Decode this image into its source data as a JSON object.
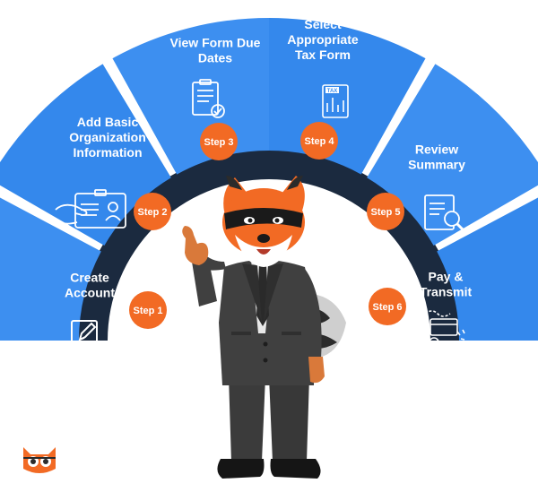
{
  "colors": {
    "segment": "#3d8ff0",
    "segment_alt": "#3488ec",
    "ring": "#1b2a3f",
    "badge": "#f26a24",
    "label": "#ffffff",
    "logo_orange": "#f26a24",
    "logo_dark": "#2b2b2b"
  },
  "steps": [
    {
      "badge": "Step 1",
      "label_lines": [
        "Create",
        "Account"
      ],
      "icon": "pencil-edit-icon"
    },
    {
      "badge": "Step 2",
      "label_lines": [
        "Add Basic",
        "Organization",
        "Information"
      ],
      "icon": "id-card-icon"
    },
    {
      "badge": "Step 3",
      "label_lines": [
        "View Form Due",
        "Dates"
      ],
      "icon": "checklist-document-icon"
    },
    {
      "badge": "Step 4",
      "label_lines": [
        "Select",
        "Appropriate",
        "Tax Form"
      ],
      "icon": "tax-form-icon"
    },
    {
      "badge": "Step 5",
      "label_lines": [
        "Review",
        "Summary"
      ],
      "icon": "document-magnifier-icon"
    },
    {
      "badge": "Step 6",
      "label_lines": [
        "Pay &",
        "Transmit"
      ],
      "icon": "payment-card-icon"
    }
  ],
  "tax_icon_text": "TAX",
  "mascot": "raccoon-mascot-in-suit",
  "logo": "owl-logo-icon"
}
